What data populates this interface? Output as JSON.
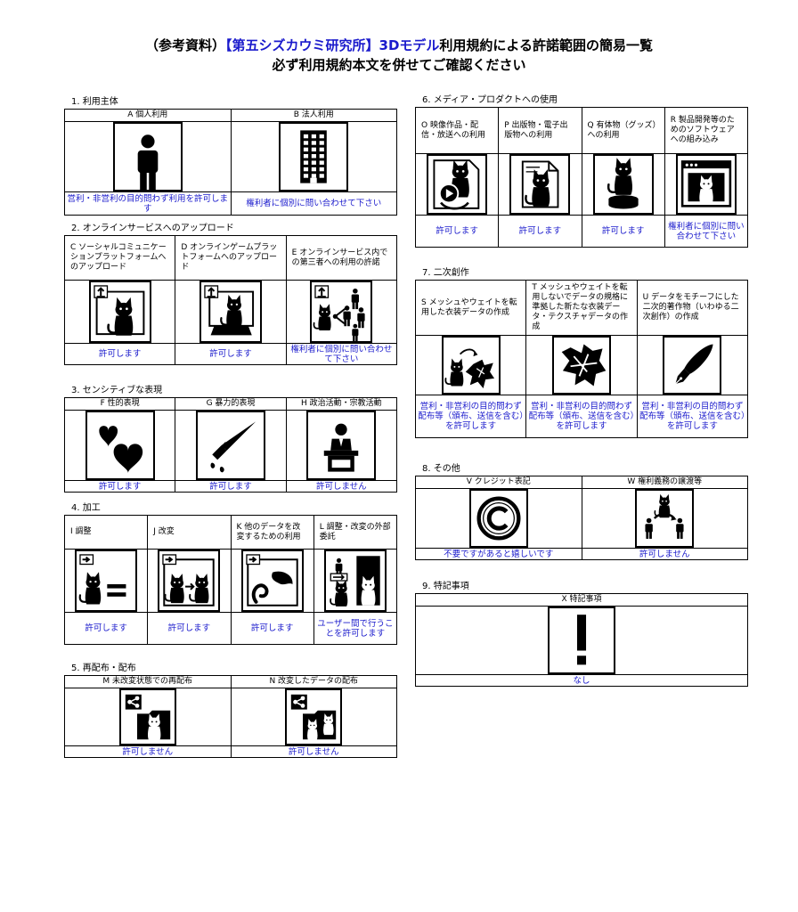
{
  "title": {
    "line1_pre": "（参考資料）",
    "line1_blue": "【第五シズカウミ研究所】3Dモデル",
    "line1_post": "利用規約による許諾範囲の簡易一覧",
    "line2": "必ず利用規約本文を併せてご確認ください"
  },
  "sections": [
    {
      "title": "1. 利用主体",
      "items": [
        {
          "label": "A 個人利用",
          "icon": "person-icon",
          "status": "営利・非営利の目的問わず利用を許可します"
        },
        {
          "label": "B 法人利用",
          "icon": "building-icon",
          "status": "権利者に個別に問い合わせて下さい"
        }
      ]
    },
    {
      "title": "2. オンラインサービスへのアップロード",
      "items": [
        {
          "label": "C ソーシャルコミュニケーションプラットフォームへのアップロード",
          "icon": "upload-cat-icon",
          "status": "許可します"
        },
        {
          "label": "D オンラインゲームプラットフォームへのアップロード",
          "icon": "game-upload-cat-icon",
          "status": "許可します"
        },
        {
          "label": "E オンラインサービス内での第三者への利用の許諾",
          "icon": "share-people-cat-icon",
          "status": "権利者に個別に問い合わせて下さい"
        }
      ]
    },
    {
      "title": "3. センシティブな表現",
      "items": [
        {
          "label": "F 性的表現",
          "icon": "hearts-icon",
          "status": "許可します"
        },
        {
          "label": "G 暴力的表現",
          "icon": "knife-icon",
          "status": "許可します"
        },
        {
          "label": "H 政治活動・宗教活動",
          "icon": "podium-speaker-icon",
          "status": "許可しません"
        }
      ]
    },
    {
      "title": "4. 加工",
      "items": [
        {
          "label": "I 調整",
          "icon": "adjust-cat-icon",
          "status": "許可します"
        },
        {
          "label": "J 改変",
          "icon": "modify-cats-icon",
          "status": "許可します"
        },
        {
          "label": "K 他のデータを改変するための利用",
          "icon": "modify-other-data-icon",
          "status": "許可します"
        },
        {
          "label": "L 調整・改変の外部委託",
          "icon": "outsource-cat-icon",
          "status": "ユーザー間で行うことを許可します"
        }
      ]
    },
    {
      "title": "5. 再配布・配布",
      "items": [
        {
          "label": "M 未改変状態での再配布",
          "icon": "share-folder-cat-icon",
          "status": "許可しません"
        },
        {
          "label": "N 改変したデータの配布",
          "icon": "share-folder-cats-icon",
          "status": "許可しません"
        }
      ]
    },
    {
      "title": "6. メディア・プロダクトへの使用",
      "items": [
        {
          "label": "O 映像作品・配信・放送への利用",
          "icon": "video-cat-icon",
          "status": "許可します"
        },
        {
          "label": "P 出版物・電子出版物への利用",
          "icon": "document-cat-icon",
          "status": "許可します"
        },
        {
          "label": "Q 有体物（グッズ）への利用",
          "icon": "figure-cat-icon",
          "status": "許可します"
        },
        {
          "label": "R 製品開発等のためのソフトウェアへの組み込み",
          "icon": "software-window-cat-icon",
          "status": "権利者に個別に問い合わせて下さい"
        }
      ]
    },
    {
      "title": "7. 二次創作",
      "items": [
        {
          "label": "S メッシュやウェイトを転用した衣装データの作成",
          "icon": "cat-to-clothes-icon",
          "status": "営利・非営利の目的問わず配布等（頒布、送信を含む）を許可します"
        },
        {
          "label": "T メッシュやウェイトを転用しないでデータの規格に準拠した新たな衣装データ・テクスチャデータの作成",
          "icon": "clothes-icon",
          "status": "営利・非営利の目的問わず配布等（頒布、送信を含む）を許可します"
        },
        {
          "label": "U データをモチーフにした二次的著作物（いわゆる二次創作）の作成",
          "icon": "pen-nib-icon",
          "status": "営利・非営利の目的問わず配布等（頒布、送信を含む）を許可します"
        }
      ]
    },
    {
      "title": "8. その他",
      "items": [
        {
          "label": "V クレジット表記",
          "icon": "copyright-icon",
          "status": "不要ですがあると嬉しいです"
        },
        {
          "label": "W 権利義務の譲渡等",
          "icon": "transfer-rights-icon",
          "status": "許可しません"
        }
      ]
    },
    {
      "title": "9. 特記事項",
      "items": [
        {
          "label": "X 特記事項",
          "icon": "exclamation-icon",
          "status": "なし"
        }
      ]
    }
  ]
}
